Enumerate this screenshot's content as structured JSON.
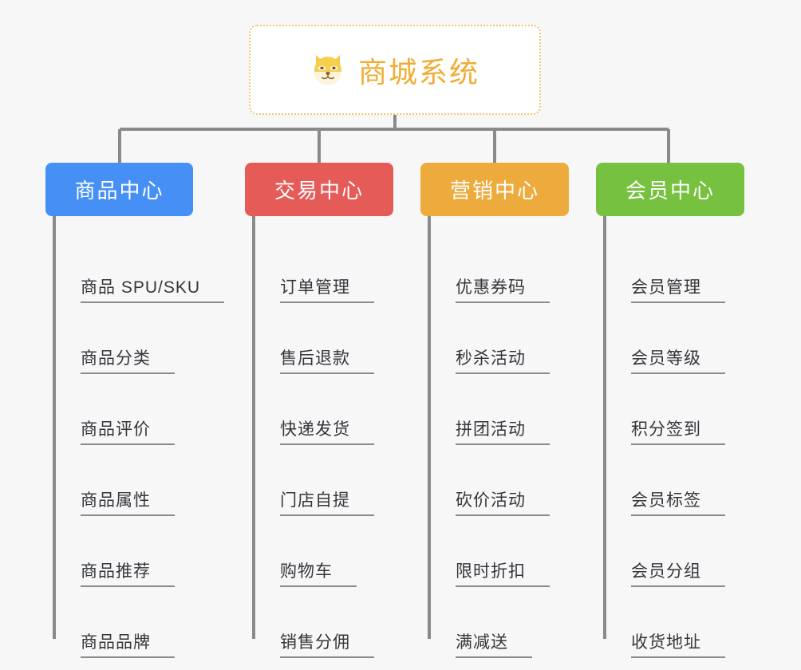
{
  "root": {
    "icon": "shiba-dog-emoji",
    "icon_glyph": "🐶",
    "title": "商城系统",
    "title_color": "#f0ad35",
    "border_color": "#f3c46a",
    "background": "#ffffff"
  },
  "canvas": {
    "background": "#f7f7f7",
    "line_color": "#8a8a8a"
  },
  "branches": [
    {
      "label": "商品中心",
      "color": "#4690f5",
      "items": [
        "商品 SPU/SKU",
        "商品分类",
        "商品评价",
        "商品属性",
        "商品推荐",
        "商品品牌"
      ]
    },
    {
      "label": "交易中心",
      "color": "#e45b58",
      "items": [
        "订单管理",
        "售后退款",
        "快递发货",
        "门店自提",
        "购物车",
        "销售分佣"
      ]
    },
    {
      "label": "营销中心",
      "color": "#eeab3d",
      "items": [
        "优惠券码",
        "秒杀活动",
        "拼团活动",
        "砍价活动",
        "限时折扣",
        "满减送"
      ]
    },
    {
      "label": "会员中心",
      "color": "#76c13f",
      "items": [
        "会员管理",
        "会员等级",
        "积分签到",
        "会员标签",
        "会员分组",
        "收货地址"
      ]
    }
  ]
}
